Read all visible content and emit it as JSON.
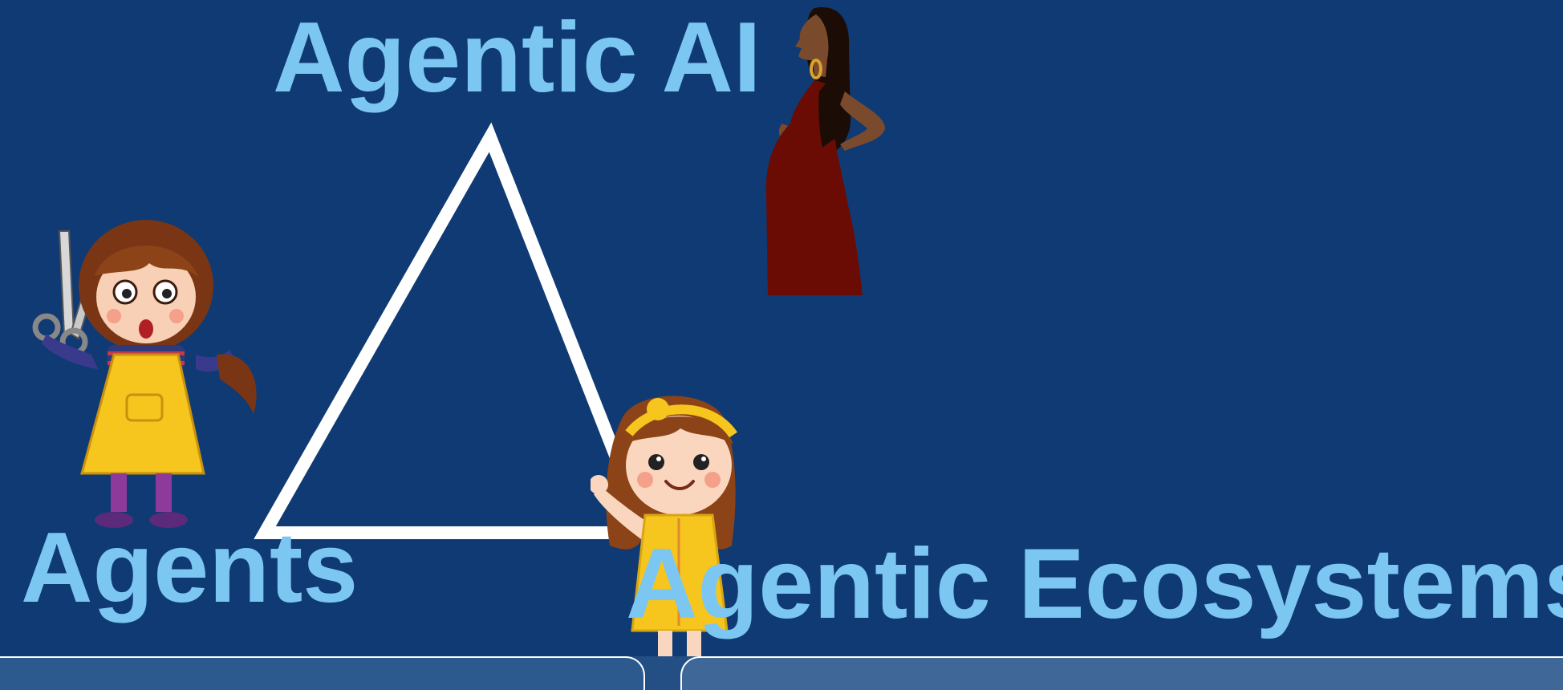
{
  "diagram": {
    "nodes": {
      "top": "Agentic AI",
      "bottom_left": "Agents",
      "bottom_right": "Agentic Ecosystems"
    }
  },
  "colors": {
    "background": "#0f3a73",
    "label": "#7cc6f2",
    "triangle_stroke": "#ffffff"
  },
  "illustrations": {
    "top_right": "pregnant-woman-illustration",
    "bottom_left": "girl-with-scissors-illustration",
    "bottom_center": "smiling-girl-yellow-dress-illustration"
  }
}
